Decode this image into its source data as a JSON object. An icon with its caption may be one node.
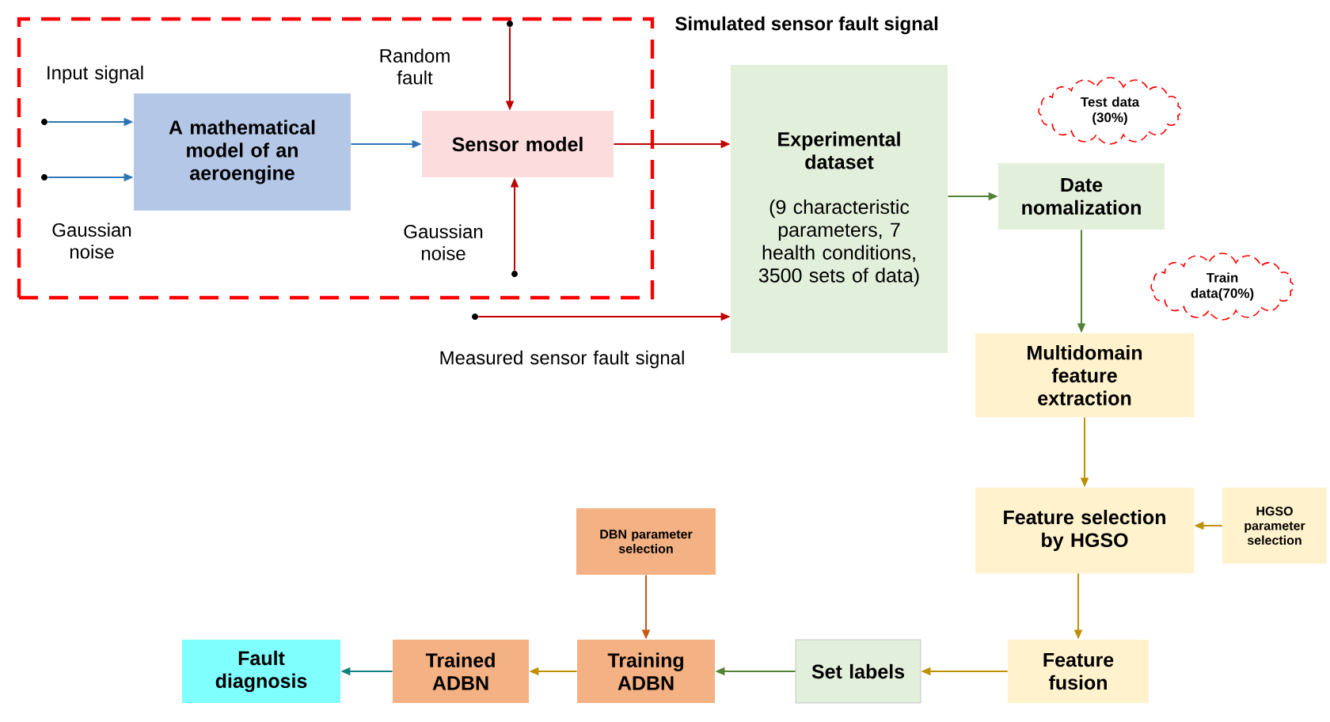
{
  "diagram": {
    "nodes": [
      {
        "text": [
          "Simulated sensor fault signal"
        ]
      },
      {
        "text": [
          "A mathematical model of an aeroengine"
        ],
        "in": 0
      },
      {
        "text": [
          "Sensor model"
        ],
        "in": 0
      },
      {
        "text": [
          "Experimental dataset",
          "(9 characteristic parameters, 7 health conditions, 3500 sets of data)"
        ]
      },
      {
        "text": [
          "Test data (30%)"
        ]
      },
      {
        "text": [
          "Date nomalization"
        ]
      },
      {
        "text": [
          "Train data(70%)"
        ]
      },
      {
        "text": [
          "Multidomain feature extraction"
        ]
      },
      {
        "text": [
          "Feature selection by HGSO"
        ]
      },
      {
        "text": [
          "HGSO parameter selection"
        ]
      },
      {
        "text": [
          "DBN parameter selection"
        ]
      },
      {
        "text": [
          "Feature fusion"
        ]
      },
      {
        "text": [
          "Set labels"
        ]
      },
      {
        "text": [
          "Training ADBN"
        ]
      },
      {
        "text": [
          "Trained ADBN"
        ]
      },
      {
        "text": [
          "Fault diagnosis"
        ]
      },
      {
        "text": [],
        "shape": "circle",
        "in": 0
      },
      {
        "text": [],
        "shape": "circle",
        "in": 0
      },
      {
        "text": [],
        "shape": "circle",
        "in": 0
      },
      {
        "text": [],
        "shape": "circle",
        "in": 0
      },
      {
        "text": [],
        "shape": "circle"
      }
    ],
    "edges": [
      {
        "from": 16,
        "to": 1,
        "arrow": "to",
        "color": "#2e75b6"
      },
      {
        "from": 17,
        "to": 1,
        "arrow": "to",
        "color": "#2e75b6"
      },
      {
        "from": 1,
        "to": 2,
        "arrow": "to",
        "color": "#2e75b6"
      },
      {
        "from": 18,
        "to": 2,
        "arrow": "to",
        "color": "#c00000"
      },
      {
        "from": 19,
        "to": 2,
        "arrow": "to",
        "color": "#c00000"
      },
      {
        "from": 2,
        "to": 3,
        "arrow": "to",
        "color": "#c00000"
      },
      {
        "from": 20,
        "to": 3,
        "arrow": "to",
        "color": "#c00000"
      },
      {
        "from": 3,
        "to": 5,
        "arrow": "to",
        "color": "#538135"
      },
      {
        "from": 5,
        "to": 7,
        "arrow": "to",
        "color": "#538135"
      },
      {
        "from": 7,
        "to": 8,
        "arrow": "to"
      },
      {
        "from": 9,
        "to": 8,
        "arrow": "to"
      },
      {
        "from": 8,
        "to": 11,
        "arrow": "to"
      },
      {
        "from": 11,
        "to": 12,
        "arrow": "to"
      },
      {
        "from": 12,
        "to": 13,
        "arrow": "to",
        "color": "#538135"
      },
      {
        "from": 10,
        "to": 13,
        "arrow": "to",
        "color": "#c55a11"
      },
      {
        "from": 13,
        "to": 14,
        "arrow": "to"
      },
      {
        "from": 14,
        "to": 15,
        "arrow": "to",
        "color": "#13807f"
      }
    ],
    "labels": [
      "Input signal",
      "Gaussian noise",
      "Random fault",
      "Gaussian noise",
      "Measured sensor fault signal"
    ]
  }
}
